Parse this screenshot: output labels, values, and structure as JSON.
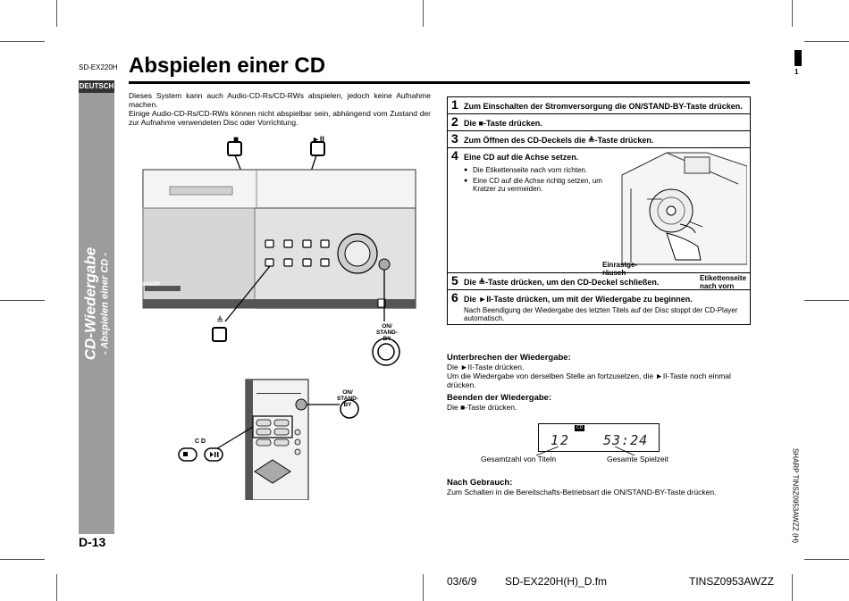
{
  "header": {
    "model": "SD-EX220H",
    "title": "Abspielen einer CD",
    "language_tab": "DEUTSCH",
    "side_title": "CD-Wiedergabe",
    "side_subtitle": "- Abspielen einer CD -",
    "page_number": "D-13",
    "corner_mark": "1"
  },
  "intro": {
    "p1": "Dieses System kann auch Audio-CD-Rs/CD-RWs abspielen, jedoch keine Aufnahme machen.",
    "p2": "Einige Audio-CD-Rs/CD-RWs können nicht abspielbar sein, abhängend vom Zustand der zur Aufnahme verwendeten Disc oder Vorrichtung."
  },
  "illustration": {
    "stop_symbol": "■",
    "play_symbol": "►II",
    "eject_symbol": "≜",
    "on_standby_label_1": "ON/",
    "on_standby_label_2": "STAND-BY",
    "brand": "SHARP",
    "remote_cd_label": "C D",
    "cd_text_1": "Einrastge-",
    "cd_text_2": "räusch",
    "cd_text_3": "Etikettenseite",
    "cd_text_4": "nach vorn"
  },
  "steps": [
    {
      "num": "1",
      "text": "Zum Einschalten der Stromversorgung die ON/STAND-BY-Taste drücken."
    },
    {
      "num": "2",
      "text": "Die ■-Taste drücken."
    },
    {
      "num": "3",
      "text": "Zum Öffnen des CD-Deckels die ≜-Taste drücken."
    },
    {
      "num": "4",
      "text": "Eine CD auf die Achse setzen.",
      "bullets": [
        "Die Etikettenseite nach vorn richten.",
        "Eine CD auf die Achse richtig setzen, um Kratzer zu vermeiden."
      ]
    },
    {
      "num": "5",
      "text": "Die ≜-Taste drücken, um den CD-Deckel schließen."
    },
    {
      "num": "6",
      "text": "Die ►II-Taste drücken, um mit der Wiedergabe zu beginnen.",
      "note": "Nach Beendigung der Wiedergabe des letzten Titels auf der Disc stoppt der CD-Player automatisch."
    }
  ],
  "sections": {
    "pause_heading": "Unterbrechen der Wiedergabe:",
    "pause_text_1": "Die ►II-Taste drücken.",
    "pause_text_2": "Um die Wiedergabe von derselben Stelle an fortzusetzen, die ►II-Taste noch einmal drücken.",
    "stop_heading": "Beenden der Wiedergabe:",
    "stop_text": "Die ■-Taste drücken.",
    "after_heading": "Nach Gebrauch:",
    "after_text": "Zum Schalten in die Bereitschafts-Betriebsart die ON/STAND-BY-Taste drücken."
  },
  "display": {
    "cd_badge": "CD",
    "tracks": "12",
    "time": "53:24",
    "label_tracks": "Gesamtzahl von Titeln",
    "label_time": "Gesamte Spielzeit"
  },
  "footer": {
    "date": "03/6/9",
    "file": "SD-EX220H(H)_D.fm",
    "code": "TINSZ0953AWZZ",
    "side_code": "SHARP TINSZ0953AWZZ (H)"
  }
}
